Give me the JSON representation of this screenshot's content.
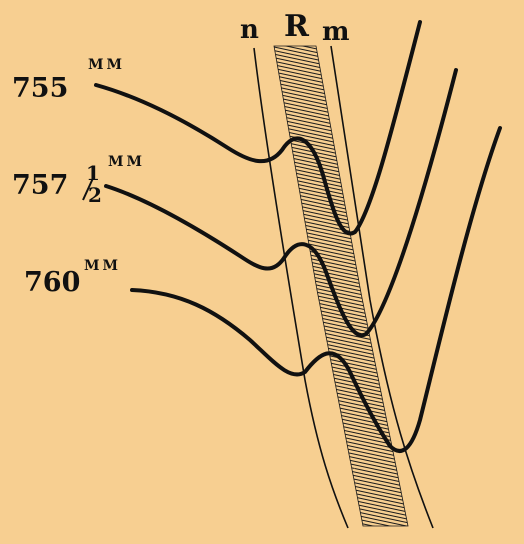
{
  "figure": {
    "band_labels": {
      "left": "n",
      "center": "R",
      "right": "m"
    },
    "pressure_labels": [
      {
        "value": "755",
        "unit": "MM"
      },
      {
        "value": "757",
        "fraction_num": "1",
        "fraction_den": "2",
        "unit": "MM"
      },
      {
        "value": "760",
        "unit": "MM"
      }
    ]
  },
  "colors": {
    "background": "#f7cf91",
    "ink": "#111111"
  }
}
